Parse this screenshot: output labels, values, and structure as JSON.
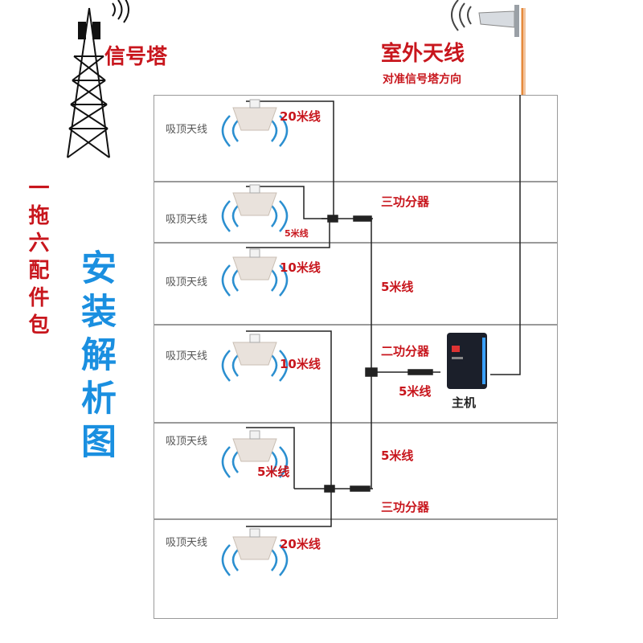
{
  "header": {
    "tower_label": "信号塔",
    "outdoor_antenna_label": "室外天线",
    "outdoor_antenna_note": "对准信号塔方向"
  },
  "side": {
    "package_label": "一拖六配件包",
    "title": "安装解析图"
  },
  "rooms": [
    {
      "antenna_label": "吸顶天线",
      "cable_label": "20米线"
    },
    {
      "antenna_label": "吸顶天线",
      "cable_label": "5米线"
    },
    {
      "antenna_label": "吸顶天线",
      "cable_label": "10米线"
    },
    {
      "antenna_label": "吸顶天线",
      "cable_label": "10米线"
    },
    {
      "antenna_label": "吸顶天线",
      "cable_label": "5米线"
    },
    {
      "antenna_label": "吸顶天线",
      "cable_label": "20米线"
    }
  ],
  "trunk_labels": {
    "splitter_top": "三功分器",
    "cable_upper": "5米线",
    "splitter_middle": "二功分器",
    "cable_host": "5米线",
    "host": "主机",
    "cable_lower": "5米线",
    "splitter_bottom": "三功分器"
  },
  "colors": {
    "accent_red": "#c8161d",
    "accent_blue": "#1a8fe0",
    "cable": "#222222",
    "outdoor_cable": "#e58a3c"
  }
}
